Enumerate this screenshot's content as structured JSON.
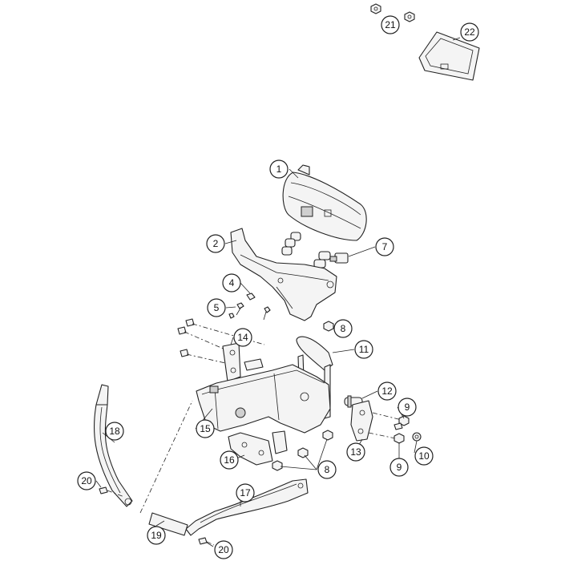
{
  "callouts": {
    "c1": "1",
    "c2": "2",
    "c4": "4",
    "c5": "5",
    "c7": "7",
    "c8a": "8",
    "c8b": "8",
    "c9a": "9",
    "c9b": "9",
    "c10": "10",
    "c11": "11",
    "c12": "12",
    "c13": "13",
    "c14": "14",
    "c15": "15",
    "c16": "16",
    "c17": "17",
    "c18": "18",
    "c19": "19",
    "c20a": "20",
    "c20b": "20",
    "c21": "21",
    "c22": "22"
  }
}
